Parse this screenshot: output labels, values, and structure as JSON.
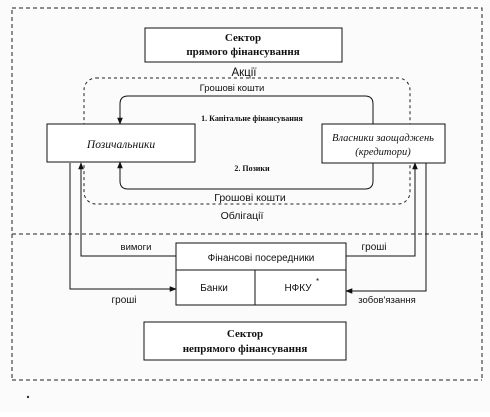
{
  "sectors": {
    "direct": {
      "line1": "Сектор",
      "line2": "прямого фінансування"
    },
    "indirect": {
      "line1": "Сектор",
      "line2": "непрямого фінансування"
    }
  },
  "parties": {
    "borrowers": "Позичальники",
    "owners_line1": "Власники заощаджень",
    "owners_line2": "(кредитори)"
  },
  "direct_flows": {
    "shares": "Акції",
    "money_top": "Грошові кошти",
    "capital_financing": "1. Капітальне фінансування",
    "loans": "2. Позики",
    "money_bottom": "Грошові кошти",
    "bonds": "Облігації"
  },
  "intermediaries": {
    "title": "Фінансові посередники",
    "banks": "Банки",
    "nfku": "НФКУ",
    "nfku_mark": "*"
  },
  "indirect_flows": {
    "claims": "вимоги",
    "money_left": "гроші",
    "money_right": "гроші",
    "obligations": "зобов'язання"
  }
}
